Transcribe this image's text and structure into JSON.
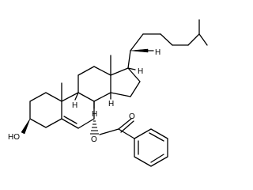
{
  "molecule": {
    "hydroxyl_label": "HO",
    "ester_oxygen_label": "O",
    "carbonyl_oxygen_label": "O",
    "h_labels": [
      "H",
      "H",
      "H",
      "H",
      "H"
    ]
  }
}
